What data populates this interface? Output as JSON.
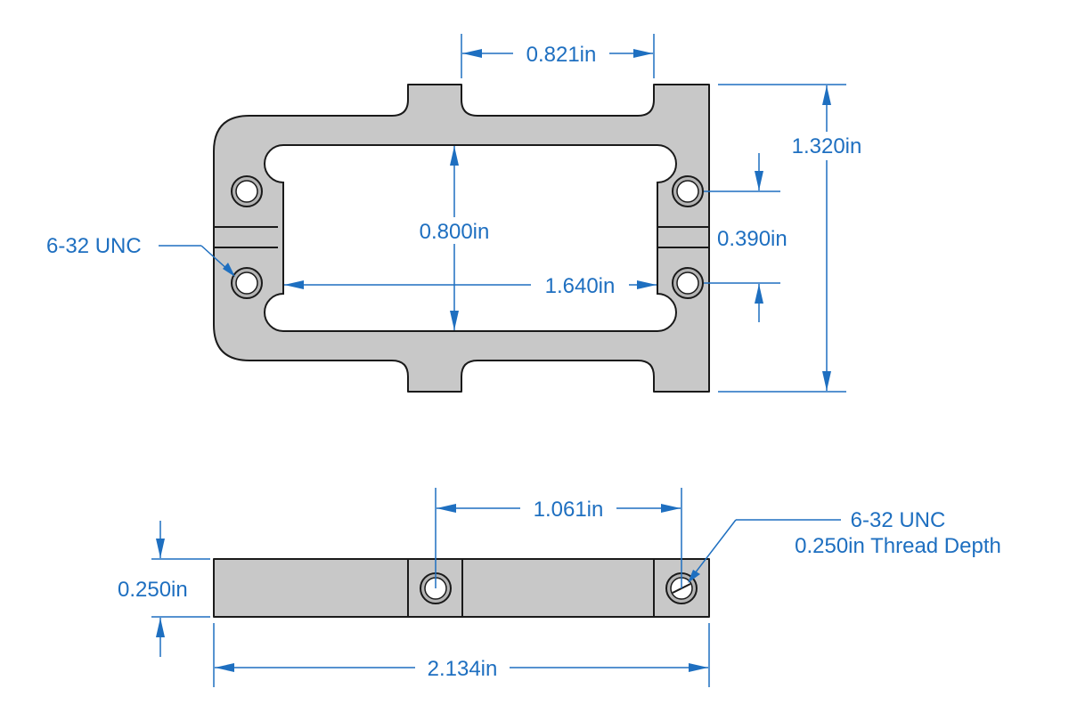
{
  "dimensions": {
    "slot_width": "0.821in",
    "overall_height": "1.320in",
    "inner_height": "0.800in",
    "hole_spacing_vertical": "0.390in",
    "hole_spacing_horizontal": "1.640in",
    "thickness": "0.250in",
    "side_hole_spacing": "1.061in",
    "overall_length": "2.134in"
  },
  "callouts": {
    "top_thread": "6-32 UNC",
    "side_thread_line1": "6-32 UNC",
    "side_thread_line2": "0.250in Thread Depth"
  },
  "colors": {
    "dimension": "#1e6fc0",
    "part_fill": "#c8c8c8",
    "outline": "#1a1a1a"
  }
}
